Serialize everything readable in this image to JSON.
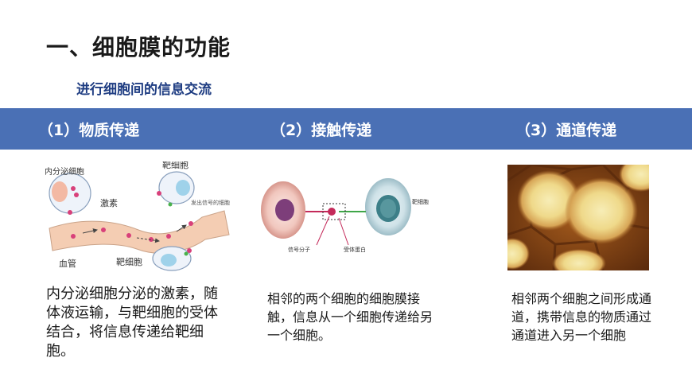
{
  "slide": {
    "title": "一、细胞膜的功能",
    "subtitle": "进行细胞间的信息交流"
  },
  "methods": [
    {
      "label": "（1）物质传递",
      "description": "内分泌细胞分泌的激素，随体液运输，与靶细胞的受体结合，将信息传递给靶细胞。",
      "figure": {
        "endocrine_cell": "内分泌细胞",
        "hormone": "激素",
        "target_cell_top": "靶细胞",
        "target_cell_bottom": "靶细胞",
        "blood_vessel": "血管",
        "signal_note": "发出信号的细胞"
      }
    },
    {
      "label": "（2）接触传递",
      "description": "相邻的两个细胞的细胞膜接触，信息从一个细胞传递给另一个细胞。",
      "figure": {
        "target_cell": "靶细胞",
        "signal_molecule": "信号分子",
        "receptor_protein": "受体蛋白"
      }
    },
    {
      "label": "（3）通道传递",
      "description": "相邻两个细胞之间形成通道，携带信息的物质通过通道进入另一个细胞"
    }
  ],
  "colors": {
    "band": "#4a70b5",
    "title": "#1a1a1a",
    "subtitle": "#1f3d82"
  }
}
